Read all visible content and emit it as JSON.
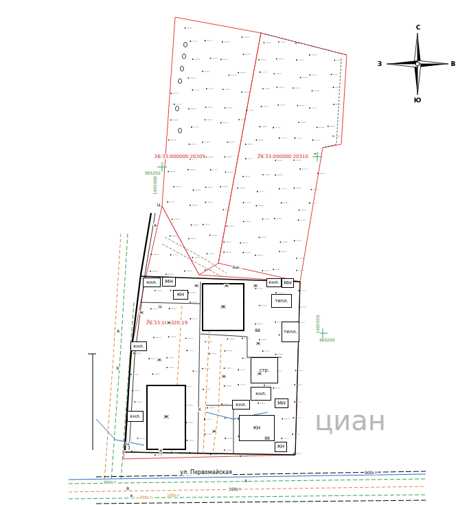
{
  "diagram": {
    "nodes": [
      {
        "text": [
          "кнл."
        ]
      },
      {
        "text": [
          "МН"
        ]
      },
      {
        "text": [
          "КН"
        ]
      },
      {
        "text": [
          "Ж"
        ]
      },
      {
        "text": [
          "кнл."
        ]
      },
      {
        "text": [
          "МН"
        ]
      },
      {
        "text": [
          "тепл."
        ]
      },
      {
        "text": [
          "тепл."
        ]
      },
      {
        "text": [
          "стр."
        ]
      },
      {
        "text": [
          "кнл."
        ]
      },
      {
        "text": [
          "МН"
        ]
      },
      {
        "text": [
          "кнл."
        ]
      },
      {
        "text": [
          "КН"
        ]
      },
      {
        "text": [
          "КН"
        ]
      },
      {
        "text": [
          "Ж"
        ]
      },
      {
        "text": [
          "кнл."
        ]
      },
      {
        "text": [
          "кнл."
        ]
      }
    ],
    "labels": [
      "26:33:000000:20309",
      "26:33:000000:20310",
      "26:33:160320:19",
      "ул. Первомайская",
      "365250",
      "1405000",
      "365200",
      "1405050",
      "С",
      "Ю",
      "З",
      "В",
      "бас.",
      "Ж",
      "Ж",
      "Ж",
      "Ж",
      "Ж",
      "Ж",
      "Ж",
      "Ж",
      "Ж",
      "Ж",
      "88",
      "88",
      "А",
      "А",
      "А",
      "А",
      "Ц",
      "Ц",
      "Ц",
      "К",
      "К",
      "В",
      "Я",
      "100ст",
      "100ст",
      "200ст",
      "900ст",
      "900ст",
      "циан"
    ]
  }
}
